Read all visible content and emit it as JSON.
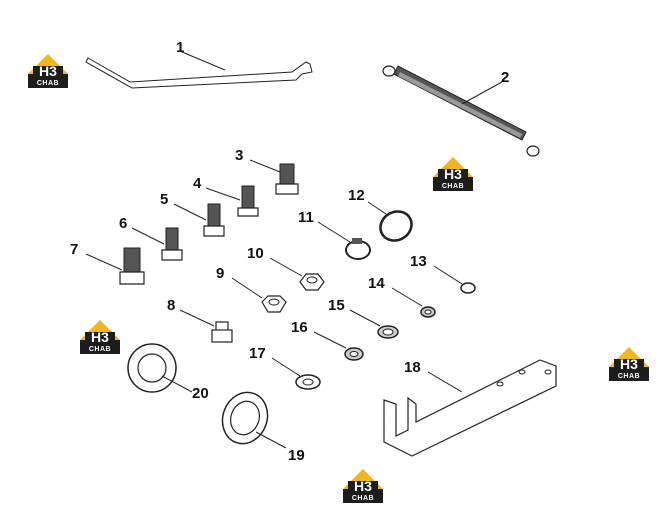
{
  "colors": {
    "line": "#222222",
    "logo_gold": "#f2b51c",
    "logo_dark": "#1d1d1d",
    "background": "#ffffff"
  },
  "logo": {
    "letters": "H3",
    "subtext": "CHAB",
    "icon": "house-logo-icon",
    "count": 5
  },
  "callouts": [
    "1",
    "2",
    "3",
    "4",
    "5",
    "6",
    "7",
    "8",
    "9",
    "10",
    "11",
    "12",
    "13",
    "14",
    "15",
    "16",
    "17",
    "18",
    "19",
    "20"
  ]
}
